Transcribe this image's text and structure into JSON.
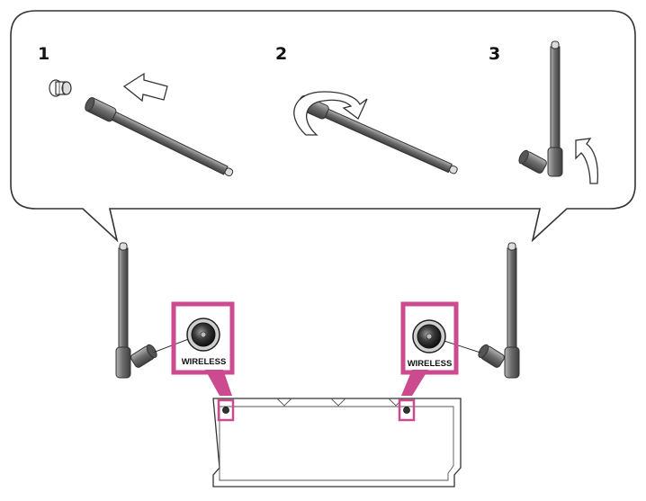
{
  "steps": [
    {
      "number": "1"
    },
    {
      "number": "2"
    },
    {
      "number": "3"
    }
  ],
  "ports": {
    "left_label": "WIRELESS",
    "right_label": "WIRELESS"
  },
  "colors": {
    "highlight": "#cc4a8e",
    "antenna_dark": "#4a4a4a",
    "antenna_mid": "#8a8a8a",
    "antenna_light": "#c8c8c8",
    "outline": "#333333"
  }
}
